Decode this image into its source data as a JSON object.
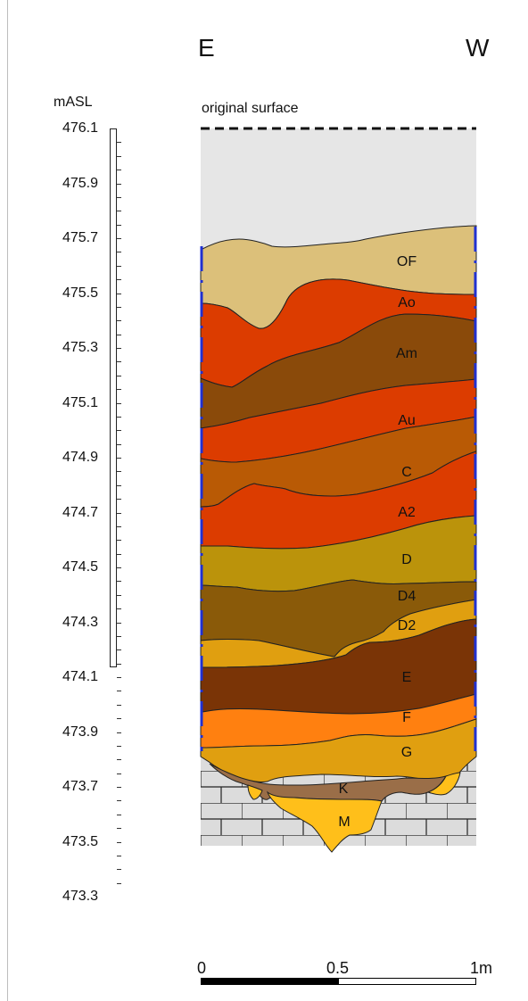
{
  "orientation": {
    "left": "E",
    "right": "W"
  },
  "elevation_axis": {
    "unit_label": "mASL",
    "ticks": [
      "476.1",
      "475.9",
      "475.7",
      "475.5",
      "475.3",
      "475.1",
      "474.9",
      "474.7",
      "474.5",
      "474.3",
      "474.1",
      "473.9",
      "473.7",
      "473.5",
      "473.3"
    ]
  },
  "surface_label": "original surface",
  "layers": [
    "OF",
    "Ao",
    "Am",
    "Au",
    "C",
    "A2",
    "D",
    "D4",
    "D2",
    "E",
    "F",
    "G",
    "K",
    "M"
  ],
  "scale_bar": {
    "labels": [
      "0",
      "0.5",
      "1m"
    ]
  },
  "colors": {
    "sky": "#e6e6e6",
    "OF": "#dcc07a",
    "Ao": "#dc3c00",
    "Am": "#8a4a0a",
    "Au": "#dc3c00",
    "C": "#b95a05",
    "A2": "#dc3c00",
    "D": "#bb930b",
    "D4": "#8a5a09",
    "D2": "#e0a010",
    "E": "#7a3406",
    "F": "#ff8010",
    "G": "#e09f10",
    "K": "#9a6e48",
    "M": "#ffbf1a",
    "bedrock": "#dcdcdc",
    "profile_edge": "#2030d0"
  }
}
